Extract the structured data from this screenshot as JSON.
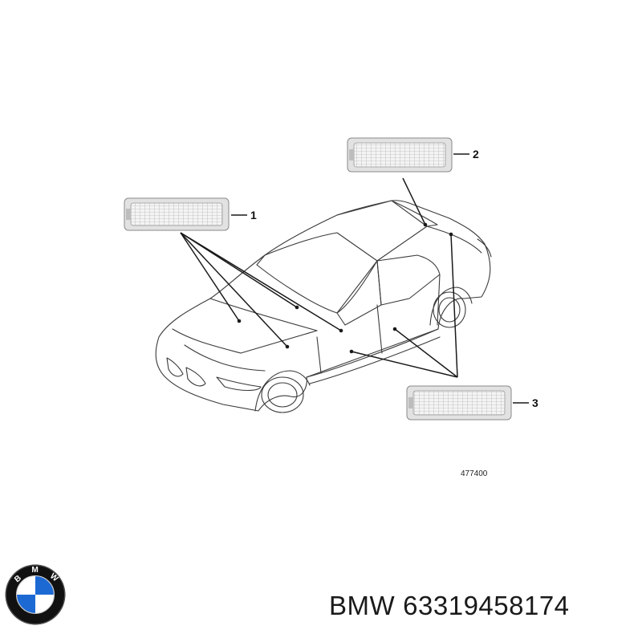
{
  "diagram": {
    "callouts": [
      {
        "number": "1"
      },
      {
        "number": "2"
      },
      {
        "number": "3"
      }
    ],
    "reference_number": "477400"
  },
  "caption": {
    "brand": "BMW",
    "part_number": "63319458174"
  },
  "logo": {
    "name": "bmw-roundel",
    "lettering": "BMW",
    "colors": {
      "blue": "#1c69d4",
      "ring": "#111111",
      "white": "#ffffff"
    }
  }
}
